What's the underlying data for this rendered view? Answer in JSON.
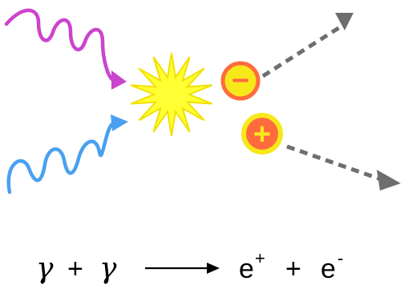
{
  "equation": {
    "lhs_gamma_1": "γ",
    "plus_1": "+",
    "lhs_gamma_2": "γ",
    "rhs_e1": "e",
    "rhs_e1_sup": "+",
    "plus_2": "+",
    "rhs_e2": "e",
    "rhs_e2_sup": "-"
  },
  "particles": {
    "electron_symbol": "−",
    "positron_symbol": "+"
  },
  "colors": {
    "photon_upper": "#cc44cc",
    "photon_lower": "#4aa0f0",
    "burst_fill": "#ffff33",
    "burst_stroke": "#f2e000",
    "particle_fill": "#f7e81a",
    "particle_ring": "#ff6b3d",
    "track": "#6e6e6e"
  },
  "icons": [
    "photon-wave-icon",
    "collision-burst-icon",
    "electron-icon",
    "positron-icon",
    "track-arrow-icon",
    "reaction-arrow-icon"
  ]
}
